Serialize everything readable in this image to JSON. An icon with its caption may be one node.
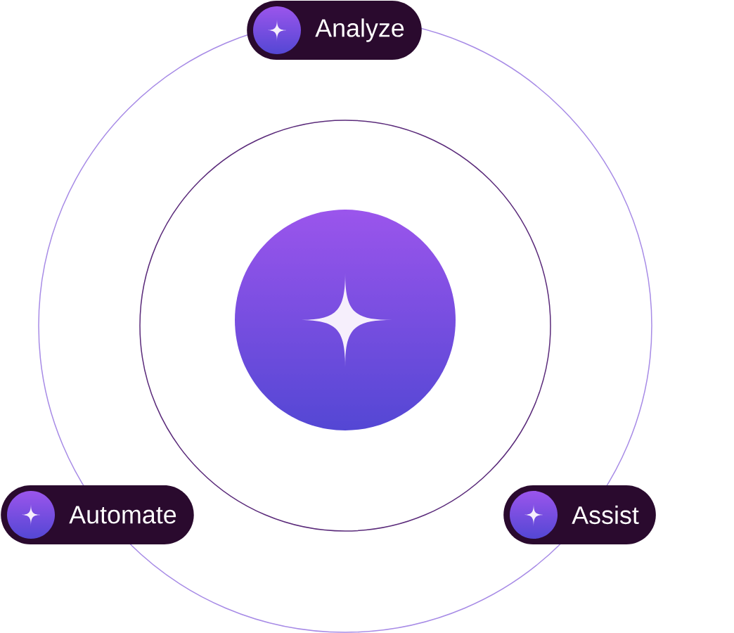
{
  "diagram": {
    "nodes": [
      {
        "text": [
          "Analyze"
        ]
      },
      {
        "text": [
          "Automate"
        ]
      },
      {
        "text": [
          "Assist"
        ]
      }
    ]
  }
}
